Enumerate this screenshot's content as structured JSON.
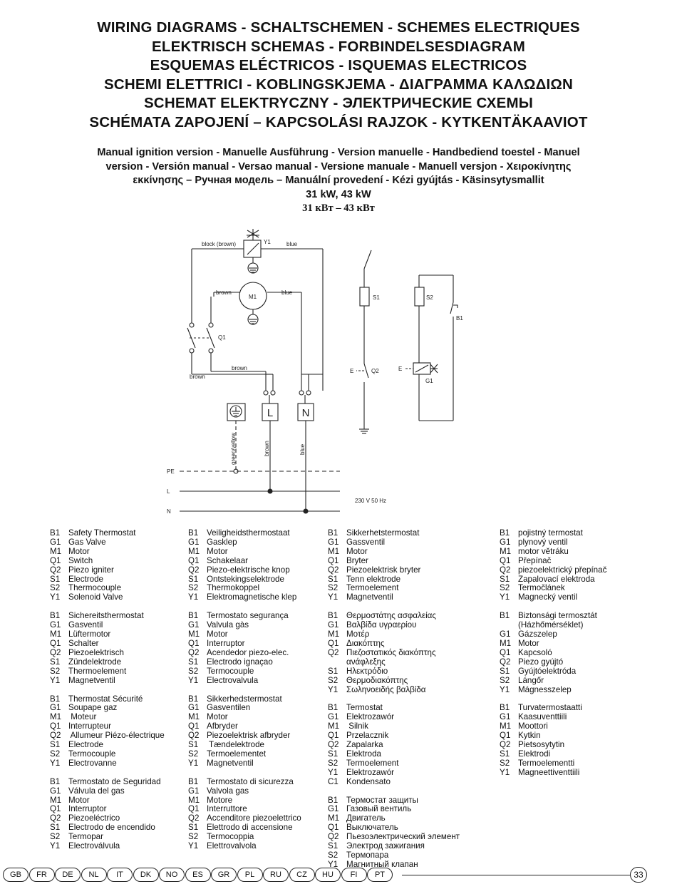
{
  "titles": [
    "WIRING DIAGRAMS - SCHALTSCHEMEN - SCHEMES ELECTRIQUES",
    "ELEKTRISCH SCHEMAS - FORBINDELSESDIAGRAM",
    "ESQUEMAS ELÉCTRICOS - ISQUEMAS ELECTRICOS",
    "SCHEMI ELETTRICI - KOBLINGSKJEMA - ΔΙΑΓΡΑΜΜΑ ΚΑΛΩΔΙΩΝ",
    "SCHEMAT ELEKTRYCZNY - ЭЛЕКТРИЧЕСКИЕ СХЕМЫ",
    "SCHÉMATA ZAPOJENÍ – KAPCSOLÁSI RAJZOK - KYTKENTÄKAAVIOT"
  ],
  "subtitle": {
    "line1": "Manual ignition version - Manuelle Ausführung - Version manuelle - Handbediend toestel - Manuel",
    "line2": "version - Versión manual - Versao manual - Versione manuale - Manuell versjon - Χειροκίνητης",
    "line3": "εκκίνησης – Ручная модель – Manuální provedení - Kézi gyújtás - Käsinsytysmallit",
    "power": "31 kW, 43 kW",
    "power_ru": "31 кВт – 43 кВт"
  },
  "diagram": {
    "y1": "Y1",
    "black_brown": "block (brown)",
    "blue1": "blue",
    "m1": "M1",
    "brown_m": "brown",
    "blue_m": "blue",
    "q1": "Q1",
    "brown_q1a": "brown",
    "brown_q1b": "brown",
    "s1": "S1",
    "s2": "S2",
    "b1": "B1",
    "q2": "Q2",
    "g1": "G1",
    "e1": "E",
    "e2": "E",
    "L": "L",
    "N": "N",
    "gy": "green/yellow",
    "brown_v": "brown",
    "blue_v": "blue",
    "pe": "PE",
    "l_line": "L",
    "n_line": "N",
    "voltage": "230  V  50  Hz"
  },
  "legend": {
    "col1": [
      [
        [
          "B1",
          "Safety Thermostat"
        ],
        [
          "G1",
          "Gas Valve"
        ],
        [
          "M1",
          "Motor"
        ],
        [
          "Q1",
          "Switch"
        ],
        [
          "Q2",
          "Piezo igniter"
        ],
        [
          "S1",
          "Electrode"
        ],
        [
          "S2",
          "Thermocouple"
        ],
        [
          "Y1",
          "Solenoid Valve"
        ]
      ],
      [
        [
          "B1",
          "Sichereitsthermostat"
        ],
        [
          "G1",
          "Gasventil"
        ],
        [
          "M1",
          "Lüftermotor"
        ],
        [
          "Q1",
          "Schalter"
        ],
        [
          "Q2",
          "Piezoelektrisch"
        ],
        [
          "S1",
          "Zündelektrode"
        ],
        [
          "S2",
          "Thermoelement"
        ],
        [
          "Y1",
          "Magnetventil"
        ]
      ],
      [
        [
          "B1",
          "Thermostat Sécurité"
        ],
        [
          "G1",
          "Soupape gaz"
        ],
        [
          "M1",
          " Moteur"
        ],
        [
          "Q1",
          "Interrupteur"
        ],
        [
          "Q2",
          " Allumeur Piézo-électrique"
        ],
        [
          "S1",
          "Electrode"
        ],
        [
          "S2",
          "Termocouple"
        ],
        [
          "Y1",
          "Electrovanne"
        ]
      ],
      [
        [
          "B1",
          "Termostato de Seguridad"
        ],
        [
          "G1",
          "Válvula del gas"
        ],
        [
          "M1",
          "Motor"
        ],
        [
          "Q1",
          "Interruptor"
        ],
        [
          "Q2",
          "Piezoeléctrico"
        ],
        [
          "S1",
          "Electrodo de encendido"
        ],
        [
          "S2",
          "Termopar"
        ],
        [
          "Y1",
          "Electroválvula"
        ]
      ]
    ],
    "col2": [
      [
        [
          "B1",
          "Veiligheidsthermostaat"
        ],
        [
          "G1",
          "Gasklep"
        ],
        [
          "M1",
          "Motor"
        ],
        [
          "Q1",
          "Schakelaar"
        ],
        [
          "Q2",
          "Piezo-elektrische knop"
        ],
        [
          "S1",
          "Ontstekingselektrode"
        ],
        [
          "S2",
          "Thermokoppel"
        ],
        [
          "Y1",
          "Elektromagnetische klep"
        ]
      ],
      [
        [
          "B1",
          "Termostato  segurança"
        ],
        [
          "G1",
          "Valvula gàs"
        ],
        [
          "M1",
          "Motor"
        ],
        [
          "Q1",
          "Interruptor"
        ],
        [
          "Q2",
          "Acendedor piezo-elec."
        ],
        [
          "S1",
          "Electrodo ignaçao"
        ],
        [
          "S2",
          "Termocouple"
        ],
        [
          "Y1",
          "Electrovalvula"
        ]
      ],
      [
        [
          "B1",
          "Sikkerhedstermostat"
        ],
        [
          "G1",
          "Gasventilen"
        ],
        [
          "M1",
          "Motor"
        ],
        [
          "Q1",
          "Afbryder"
        ],
        [
          "Q2",
          "Piezoelektrisk afbryder"
        ],
        [
          "S1",
          " Tændelektrode"
        ],
        [
          "S2",
          "Termoelementet"
        ],
        [
          "Y1",
          "Magnetventil"
        ]
      ],
      [
        [
          "B1",
          "Termostato di sicurezza"
        ],
        [
          "G1",
          "Valvola gas"
        ],
        [
          "M1",
          "Motore"
        ],
        [
          "Q1",
          "Interruttore"
        ],
        [
          "Q2",
          "Accenditore piezoelettrico"
        ],
        [
          "S1",
          "Elettrodo di accensione"
        ],
        [
          "S2",
          "Termocoppia"
        ],
        [
          "Y1",
          "Elettrovalvola"
        ]
      ]
    ],
    "col3": [
      [
        [
          "B1",
          "Sikkerhetstermostat"
        ],
        [
          "G1",
          "Gassventil"
        ],
        [
          "M1",
          "Motor"
        ],
        [
          "Q1",
          "Bryter"
        ],
        [
          "Q2",
          "Piezoelektrisk bryter"
        ],
        [
          "S1",
          "Tenn elektrode"
        ],
        [
          "S2",
          "Termoelement"
        ],
        [
          "Y1",
          "Magnetventil"
        ]
      ],
      [
        [
          "B1",
          "Θερμοστάτης ασφαλείας"
        ],
        [
          "G1",
          "Βαλβίδα υγραερίου"
        ],
        [
          "M1",
          "Μοτέρ"
        ],
        [
          "Q1",
          "Διακόπτης"
        ],
        [
          "Q2",
          "Πιεζοστατικός διακόπτης"
        ],
        [
          "",
          "ανάφλεξης"
        ],
        [
          "S1",
          "Ηλεκτρόδιο"
        ],
        [
          "S2",
          "Θερμοδιακόπτης"
        ],
        [
          "Y1",
          "Σωληνοειδής βαλβίδα"
        ]
      ],
      [
        [
          "B1",
          "Termostat"
        ],
        [
          "G1",
          "Elektrozawór"
        ],
        [
          "M1",
          " Silnik"
        ],
        [
          "Q1",
          "Przelacznik"
        ],
        [
          "Q2",
          "Zapalarka"
        ],
        [
          "S1",
          "Elektroda"
        ],
        [
          "S2",
          "Termoelement"
        ],
        [
          "Y1",
          "Elektrozawór"
        ],
        [
          "C1",
          "Kondensato"
        ]
      ],
      [
        [
          "B1",
          "Термостат защиты"
        ],
        [
          "G1",
          "Газовый вентиль"
        ],
        [
          "M1",
          "Двигатель"
        ],
        [
          "Q1",
          "Выключатель"
        ],
        [
          "Q2",
          "Пьезоэлектрический элемент"
        ],
        [
          "S1",
          "Электрод зажигания"
        ],
        [
          "S2",
          "Термопара"
        ],
        [
          "Y1",
          "Магнитный клапан"
        ]
      ]
    ],
    "col4": [
      [
        [
          "B1",
          "pojistný termostat"
        ],
        [
          "G1",
          "plynový ventil"
        ],
        [
          "M1",
          "motor větráku"
        ],
        [
          "Q1",
          "Přepínač"
        ],
        [
          "Q2",
          "piezoelektrický přepínač"
        ],
        [
          "S1",
          "Zapalovací elektroda"
        ],
        [
          "S2",
          "Termočlánek"
        ],
        [
          "Y1",
          "Magnecký ventil"
        ]
      ],
      [
        [
          "B1",
          "Biztonsági termosztát"
        ],
        [
          "",
          "(Házhőmérséklet)"
        ],
        [
          "G1",
          "Gázszelep"
        ],
        [
          "M1",
          "Motor"
        ],
        [
          "Q1",
          "Kapcsoló"
        ],
        [
          "Q2",
          "Piezo gyújtó"
        ],
        [
          "S1",
          "Gyújtóelektróda"
        ],
        [
          "S2",
          "Lángőr"
        ],
        [
          "Y1",
          "Mágnesszelep"
        ]
      ],
      [
        [
          "B1",
          "Turvatermostaatti"
        ],
        [
          "G1",
          "Kaasuventtiili"
        ],
        [
          "M1",
          "Moottori"
        ],
        [
          "Q1",
          "Kytkin"
        ],
        [
          "Q2",
          "Pietsosytytin"
        ],
        [
          "S1",
          "Elektrodi"
        ],
        [
          "S2",
          "Termoelementti"
        ],
        [
          "Y1",
          "Magneettiventtiili"
        ]
      ]
    ]
  },
  "languages": [
    "GB",
    "FR",
    "DE",
    "NL",
    "IT",
    "DK",
    "NO",
    "ES",
    "GR",
    "PL",
    "RU",
    "CZ",
    "HU",
    "FI",
    "PT"
  ],
  "page_number": "33"
}
